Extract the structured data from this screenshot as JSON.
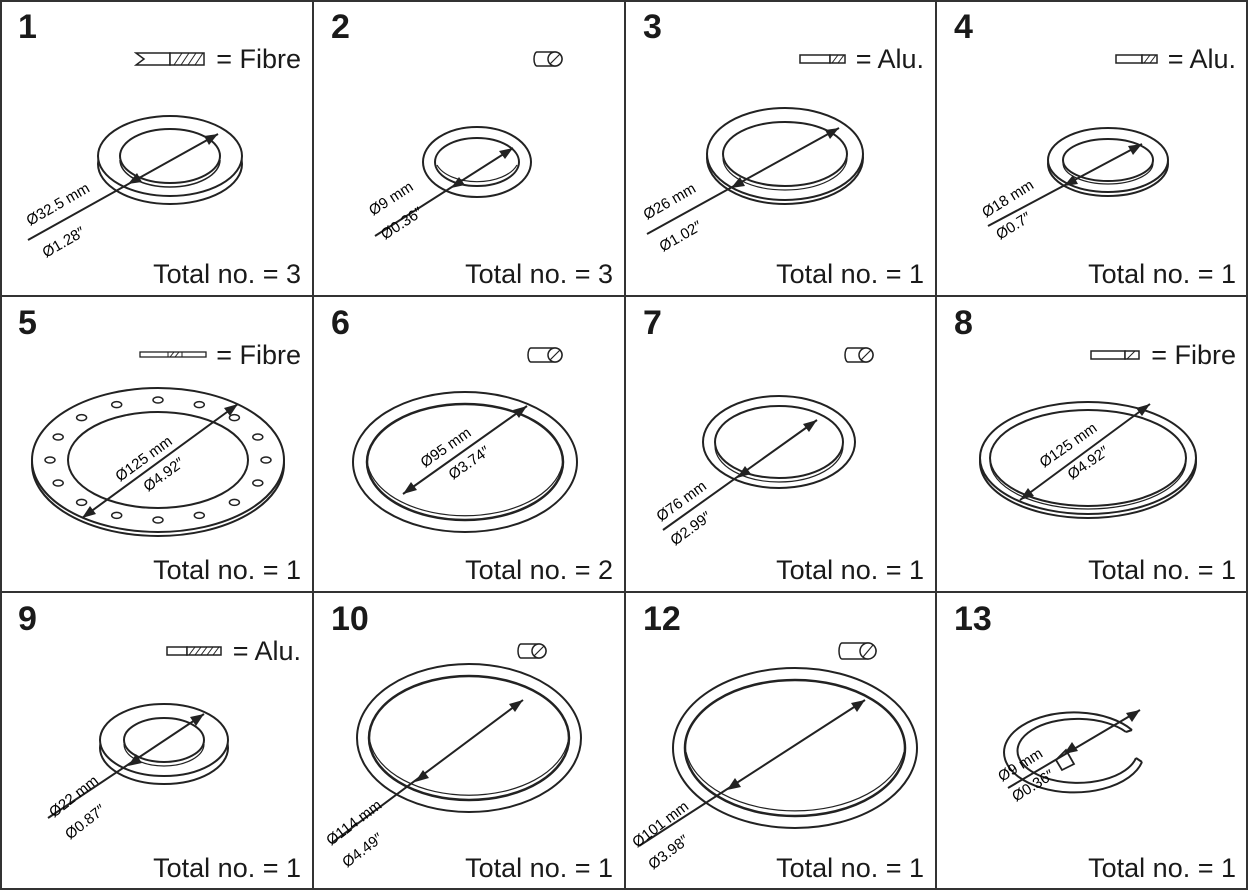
{
  "cells": [
    {
      "number": "1",
      "material": "= Fibre",
      "icon": "flat-washer-section-icon",
      "dia_mm": "Ø32.5 mm",
      "dia_in": "Ø1.28″",
      "total": "Total no. = 3"
    },
    {
      "number": "2",
      "material": "",
      "icon": "o-ring-section-icon",
      "dia_mm": "Ø9 mm",
      "dia_in": "Ø0.36″",
      "total": "Total no. = 3"
    },
    {
      "number": "3",
      "material": "= Alu.",
      "icon": "flat-washer-section-icon",
      "dia_mm": "Ø26 mm",
      "dia_in": "Ø1.02″",
      "total": "Total no. = 1"
    },
    {
      "number": "4",
      "material": "= Alu.",
      "icon": "flat-washer-section-icon",
      "dia_mm": "Ø18 mm",
      "dia_in": "Ø0.7″",
      "total": "Total no. = 1"
    },
    {
      "number": "5",
      "material": "= Fibre",
      "icon": "gasket-section-icon",
      "dia_mm": "Ø125 mm",
      "dia_in": "Ø4.92″",
      "total": "Total no. = 1"
    },
    {
      "number": "6",
      "material": "",
      "icon": "o-ring-section-icon",
      "dia_mm": "Ø95 mm",
      "dia_in": "Ø3.74″",
      "total": "Total no. = 2"
    },
    {
      "number": "7",
      "material": "",
      "icon": "o-ring-section-icon",
      "dia_mm": "Ø76 mm",
      "dia_in": "Ø2.99″",
      "total": "Total no. = 1"
    },
    {
      "number": "8",
      "material": "= Fibre",
      "icon": "flat-washer-section-icon",
      "dia_mm": "Ø125 mm",
      "dia_in": "Ø4.92″",
      "total": "Total no. = 1"
    },
    {
      "number": "9",
      "material": "= Alu.",
      "icon": "flat-washer-section-icon",
      "dia_mm": "Ø22 mm",
      "dia_in": "Ø0.87″",
      "total": "Total no. = 1"
    },
    {
      "number": "10",
      "material": "",
      "icon": "o-ring-section-icon",
      "dia_mm": "Ø114 mm",
      "dia_in": "Ø4.49″",
      "total": "Total no. = 1"
    },
    {
      "number": "12",
      "material": "",
      "icon": "o-ring-section-icon",
      "dia_mm": "Ø101 mm",
      "dia_in": "Ø3.98″",
      "total": "Total no. = 1"
    },
    {
      "number": "13",
      "material": "",
      "icon": "split-ring-icon",
      "dia_mm": "Ø9 mm",
      "dia_in": "Ø0.36″",
      "total": "Total no. = 1"
    }
  ]
}
